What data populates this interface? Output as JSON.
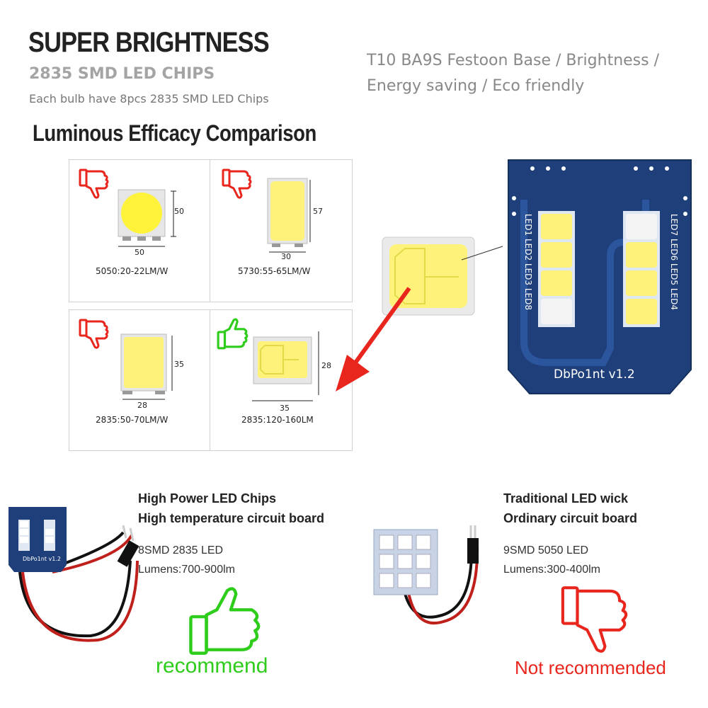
{
  "header": {
    "title": "SUPER BRIGHTNESS",
    "subtitle": "2835 SMD LED CHIPS",
    "note": "Each bulb have 8pcs 2835 SMD LED Chips",
    "right_line1": "T10 BA9S Festoon Base / Brightness /",
    "right_line2": "Energy saving / Eco friendly"
  },
  "comparison": {
    "title": "Luminous Efficacy Comparison",
    "cells": [
      {
        "label": "5050:20-22LM/W",
        "width": "50",
        "height": "50",
        "verdict": "thumbs-down"
      },
      {
        "label": "5730:55-65LM/W",
        "width": "30",
        "height": "57",
        "verdict": "thumbs-down"
      },
      {
        "label": "2835:50-70LM/W",
        "width": "28",
        "height": "35",
        "verdict": "thumbs-down"
      },
      {
        "label": "2835:120-160LM",
        "width": "35",
        "height": "28",
        "verdict": "thumbs-up"
      }
    ]
  },
  "board": {
    "version": "DbPo1nt  v1.2",
    "left_column": "LED1 LED2 LED3 LED8",
    "right_column": "LED7 LED6 LED5 LED4",
    "small_version": "DbPo1nt v1.2"
  },
  "left_product": {
    "headline1": "High Power LED Chips",
    "headline2": "High temperature circuit board",
    "spec1": "8SMD 2835 LED",
    "spec2": "Lumens:700-900lm",
    "verdict": "recommend"
  },
  "right_product": {
    "headline1": "Traditional LED wick",
    "headline2": "Ordinary circuit board",
    "spec1": "9SMD 5050 LED",
    "spec2": "Lumens:300-400lm",
    "verdict": "Not recommended"
  },
  "colors": {
    "accent_red": "#e8261d",
    "accent_green": "#2ecc1b",
    "board_blue": "#1f3f7a",
    "chip_yellow": "#fff27a"
  },
  "icons": [
    "thumbs-down-icon",
    "thumbs-up-icon",
    "arrow-icon"
  ]
}
